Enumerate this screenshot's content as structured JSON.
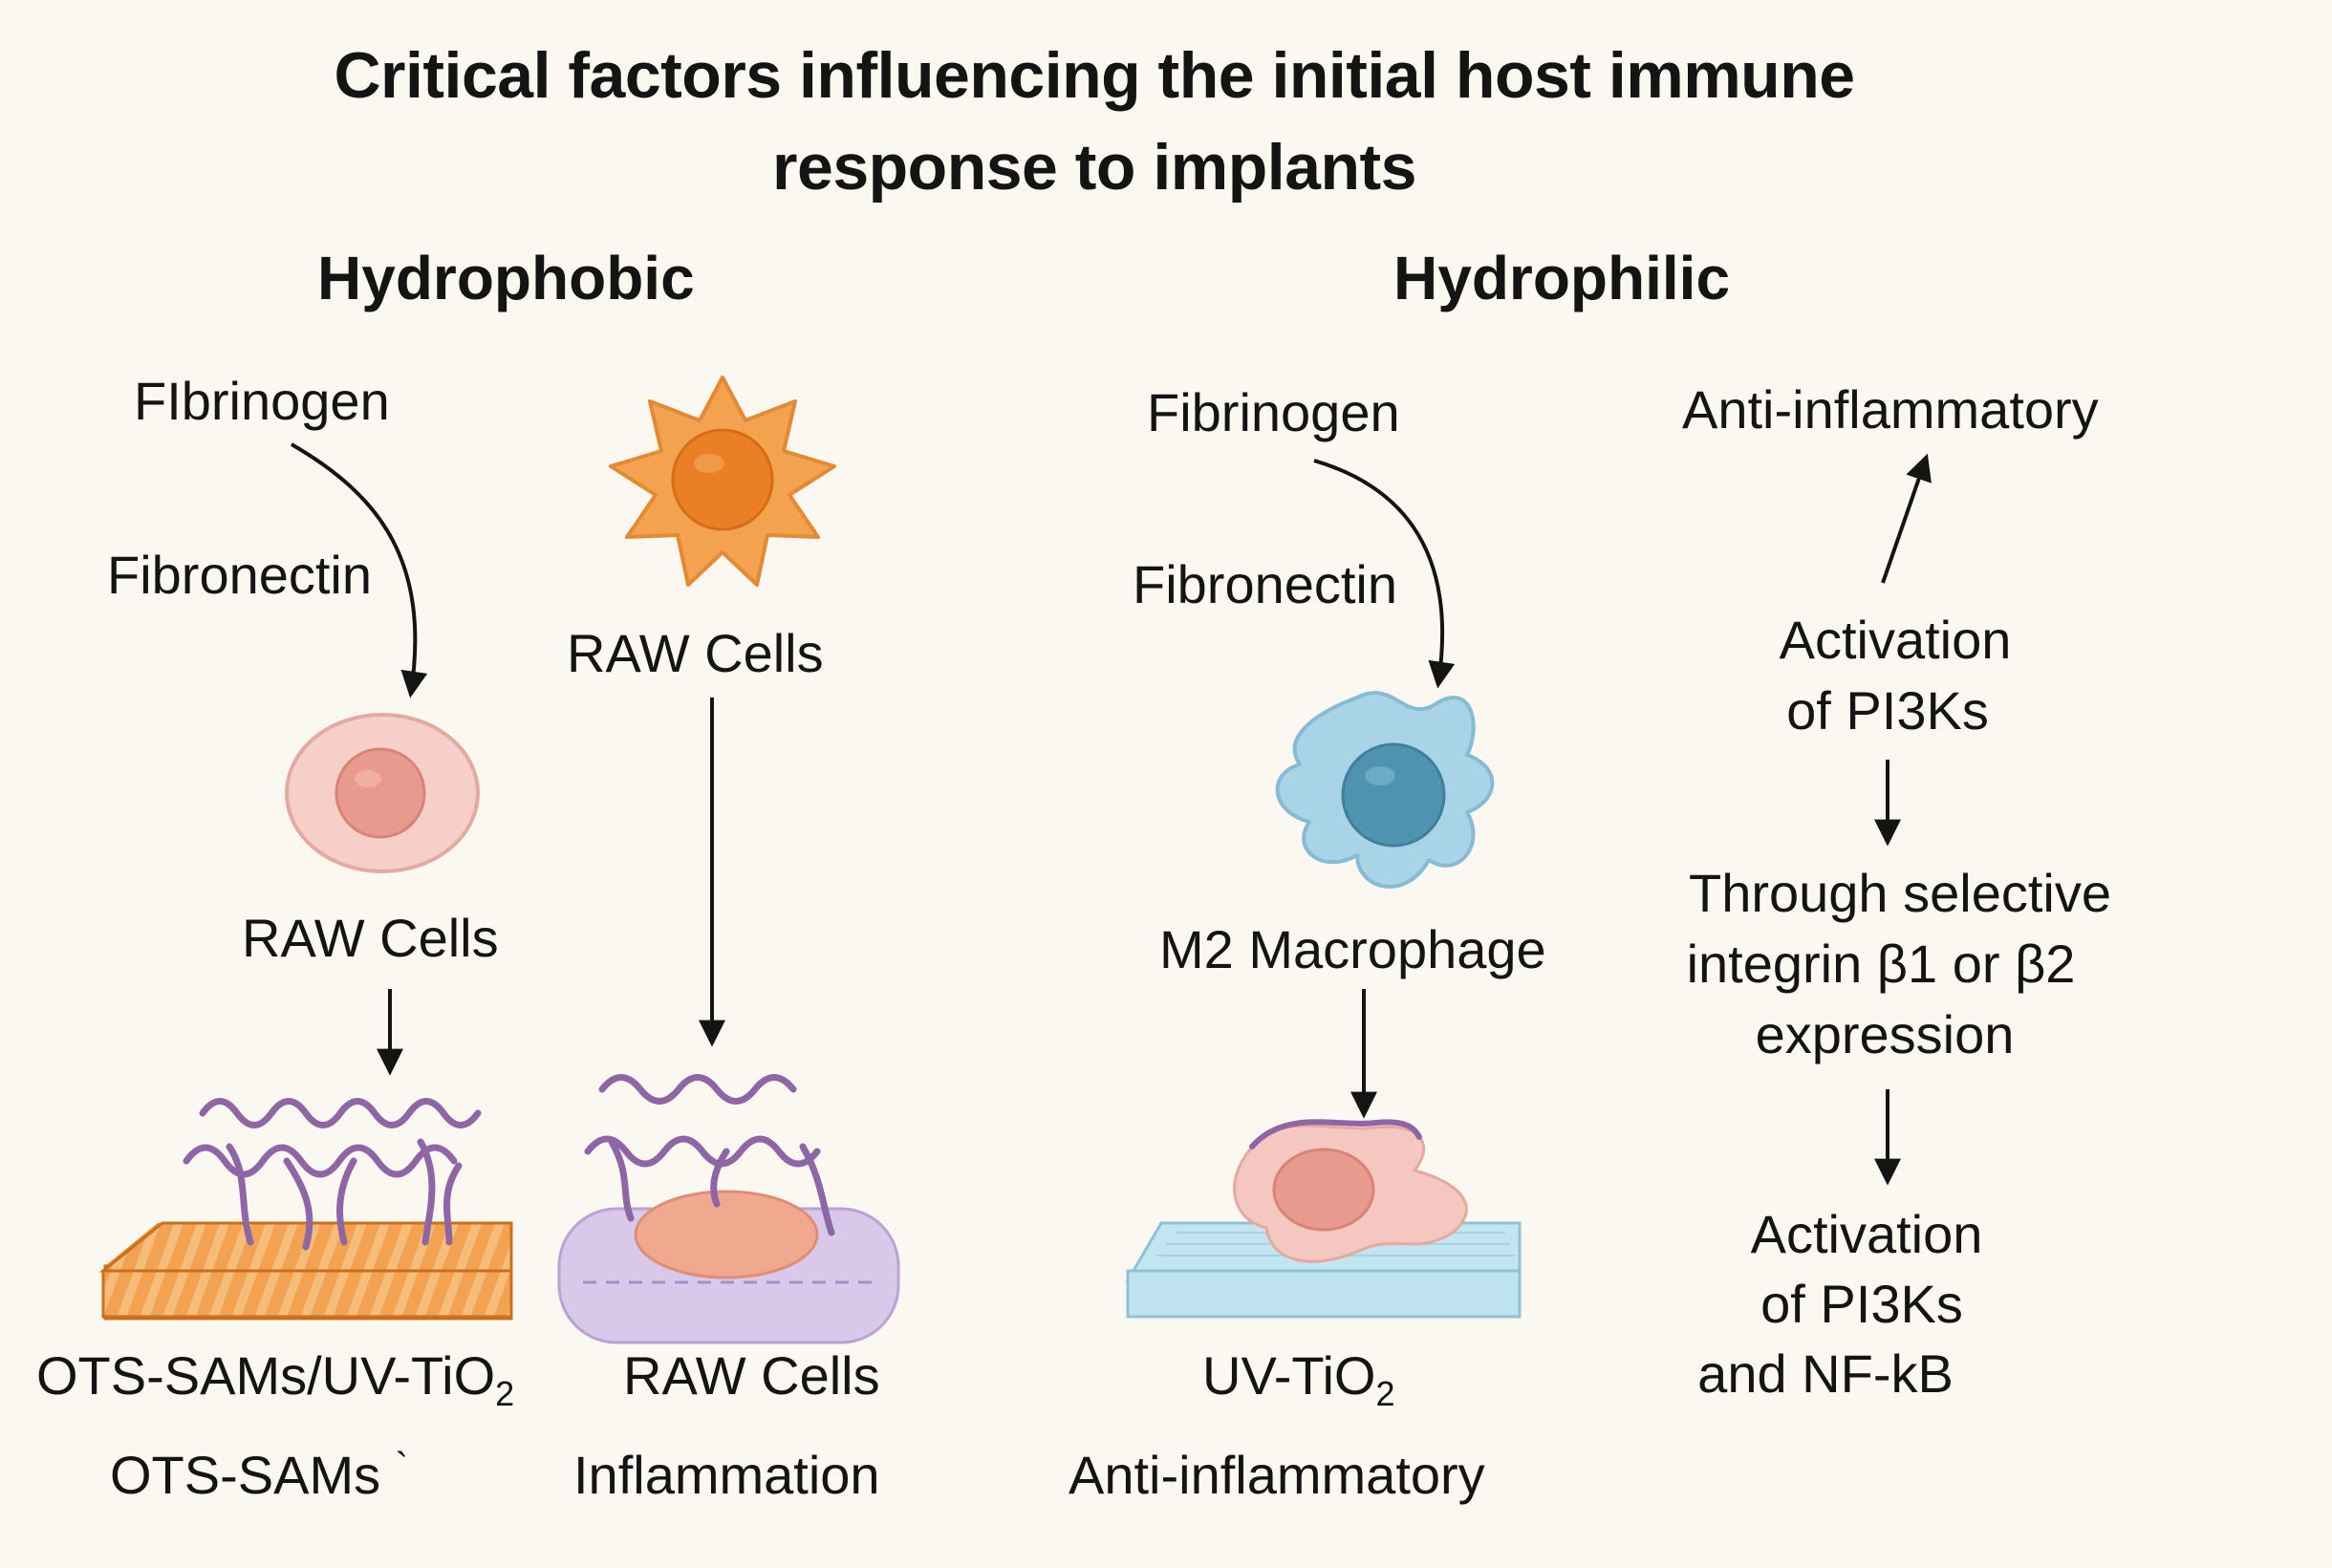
{
  "title": {
    "line1": "Critical factors influencing the initial host immune",
    "line2": "response to implants"
  },
  "hydrophobic": {
    "heading": "Hydrophobic",
    "fibrinogen": "FIbrinogen",
    "fibronectin": "Fibronectin",
    "raw_cells_top": "RAW Cells",
    "raw_cells_mid": "RAW Cells",
    "raw_cells_bottom": "RAW Cells",
    "surface_label": "OTS-SAMs/UV-TiO",
    "surface_label_sub": "2",
    "ots_sams": "OTS-SAMs",
    "ots_mark": "`",
    "inflammation": "Inflammation"
  },
  "hydrophilic": {
    "heading": "Hydrophilic",
    "fibrinogen": "Fibrinogen",
    "fibronectin": "Fibronectin",
    "m2": "M2 Macrophage",
    "surface_label": "UV-TiO",
    "surface_label_sub": "2",
    "anti_inflammatory_bottom": "Anti-inflammatory",
    "anti_inflammatory_top": "Anti-inflammatory",
    "activation1_l1": "Activation",
    "activation1_l2": "of PI3Ks",
    "integrin_l1": "Through selective",
    "integrin_l2": "integrin β1 or β2",
    "integrin_l3": "expression",
    "activation2_l1": "Activation",
    "activation2_l2": "of PI3Ks",
    "activation2_l3": "and NF-kB"
  },
  "colors": {
    "background": "#fbf7f1",
    "orange_cell": "#f3a24f",
    "orange_nucleus": "#ea7f25",
    "pink_cell": "#f5cfc8",
    "pink_nucleus": "#e89a8e",
    "blue_cell": "#a9d3e6",
    "blue_nucleus": "#4f93b0",
    "protein_purple": "#8e66a6",
    "orange_surface": "#f2a250",
    "purple_surface": "#d9c8ea",
    "blue_surface": "#c3e5f1"
  },
  "icons": [
    "orange-raw-cell-icon",
    "pink-raw-cell-icon",
    "m2-macrophage-icon",
    "orange-striped-surface-icon",
    "purple-surface-icon",
    "blue-tio2-surface-icon",
    "spread-cell-icon",
    "protein-strand-icon"
  ]
}
